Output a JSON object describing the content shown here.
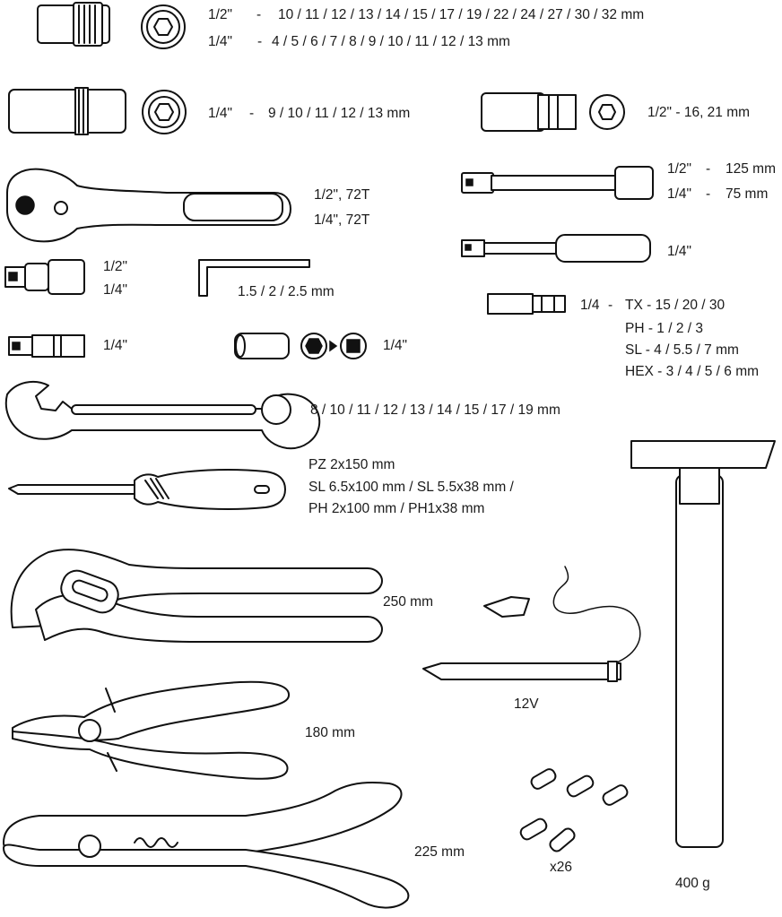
{
  "colors": {
    "ink": "#111111",
    "background": "#ffffff"
  },
  "labels": {
    "socket_half_prefix": "1/2\"",
    "socket_half_sizes": "10 / 11 / 12 / 13 / 14 / 15 / 17 / 19 / 22 / 24 / 27 / 30 / 32 mm",
    "socket_quarter_prefix": "1/4\"",
    "socket_quarter_sizes": "4 / 5 / 6 / 7 / 8 / 9 / 10 / 11 / 12 / 13 mm",
    "dash": "-",
    "deep_quarter_prefix": "1/4\"",
    "deep_quarter_sizes": "9 / 10 / 11 / 12 / 13 mm",
    "deep_half": "1/2\" - 16, 21 mm",
    "ext_half_prefix": "1/2\"",
    "ext_half_size": "125 mm",
    "ext_quarter_prefix": "1/4\"",
    "ext_quarter_size": "75 mm",
    "ratchet_half": "1/2\", 72T",
    "ratchet_quarter": "1/4\", 72T",
    "spinner": "1/4\"",
    "ujoint_half": "1/2\"",
    "ujoint_quarter": "1/4\"",
    "hex_key": "1.5 / 2 / 2.5 mm",
    "bits_prefix": "1/4",
    "bits_tx": "TX - 15 / 20 / 30",
    "bits_ph": "PH - 1 / 2 / 3",
    "bits_sl": "SL -  4 / 5.5 / 7 mm",
    "bits_hex": "HEX - 3 / 4 / 5 / 6 mm",
    "adapter": "1/4\"",
    "bit_adapter": "1/4\"",
    "wrench": "8 / 10 / 11 / 12 / 13 / 14 / 15 / 17 / 19 mm",
    "screwdriver_1": "PZ 2x150 mm",
    "screwdriver_2": "SL 6.5x100 mm / SL 5.5x38 mm /",
    "screwdriver_3": "PH 2x100 mm / PH1x38 mm",
    "water_pump_pliers": "250 mm",
    "combination_pliers": "180 mm",
    "crimping_pliers": "225 mm",
    "tester": "12V",
    "terminals": "x26",
    "hammer": "400 g"
  }
}
